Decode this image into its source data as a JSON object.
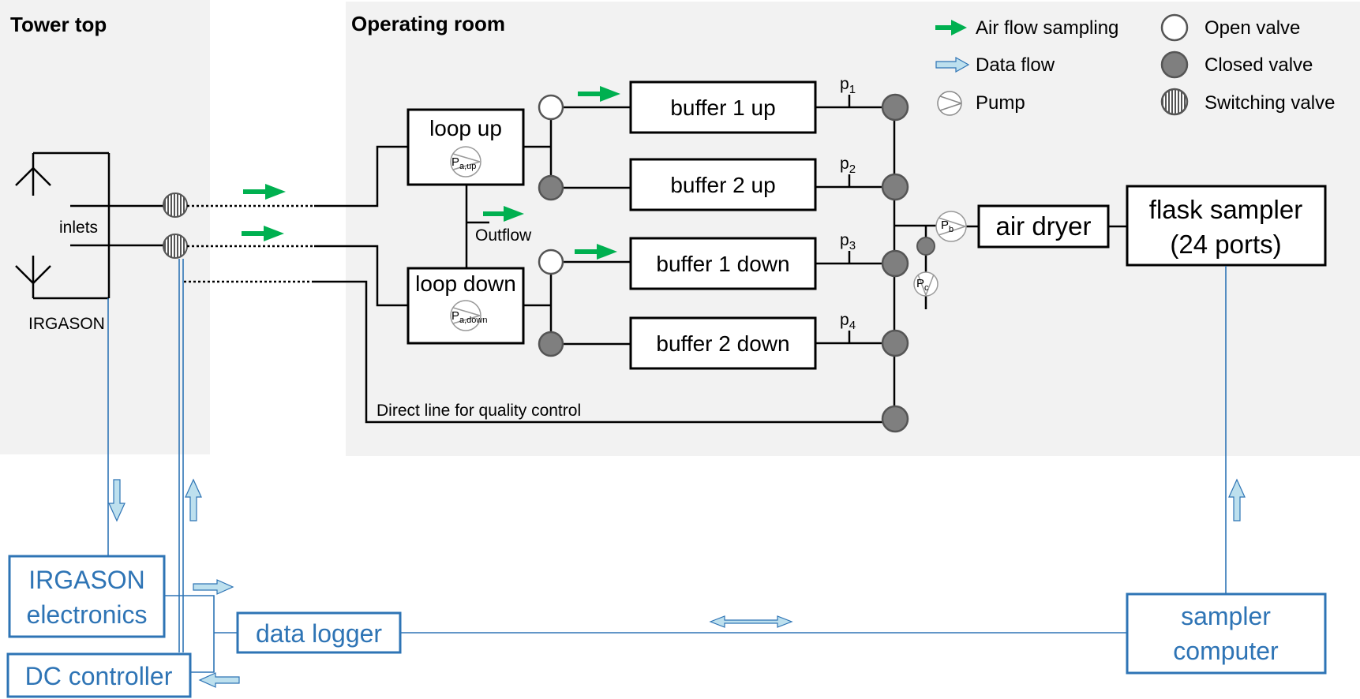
{
  "sections": {
    "tower_top": "Tower top",
    "operating_room": "Operating room"
  },
  "labels": {
    "inlets": "inlets",
    "irgason": "IRGASON",
    "outflow": "Outflow",
    "direct_line": "Direct line for quality control"
  },
  "loops": {
    "up": {
      "label": "loop up",
      "pump": "P",
      "pump_sub": "a,up"
    },
    "down": {
      "label": "loop down",
      "pump": "P",
      "pump_sub": "a,down"
    }
  },
  "buffers": [
    {
      "label": "buffer 1 up",
      "sensor": "p",
      "sensor_sub": "1"
    },
    {
      "label": "buffer 2 up",
      "sensor": "p",
      "sensor_sub": "2"
    },
    {
      "label": "buffer 1 down",
      "sensor": "p",
      "sensor_sub": "3"
    },
    {
      "label": "buffer 2 down",
      "sensor": "p",
      "sensor_sub": "4"
    }
  ],
  "pumps": {
    "b": {
      "label": "P",
      "sub": "b"
    },
    "c": {
      "label": "P",
      "sub": "c"
    }
  },
  "equipment": {
    "air_dryer": "air dryer",
    "flask_sampler_line1": "flask sampler",
    "flask_sampler_line2": "(24 ports)"
  },
  "electronics": {
    "irgason_line1": "IRGASON",
    "irgason_line2": "electronics",
    "dc_controller": "DC controller",
    "data_logger": "data logger",
    "sampler_line1": "sampler",
    "sampler_line2": "computer"
  },
  "legend": {
    "air_flow": "Air flow sampling",
    "data_flow": "Data flow",
    "pump": "Pump",
    "open_valve": "Open valve",
    "closed_valve": "Closed valve",
    "switching_valve": "Switching valve"
  },
  "colors": {
    "air_flow_arrow": "#00b050",
    "data_flow": "#2e74b5",
    "closed_valve": "#7f7f7f",
    "room_background": "#f2f2f2",
    "data_arrow_fill": "#bde0ee"
  }
}
